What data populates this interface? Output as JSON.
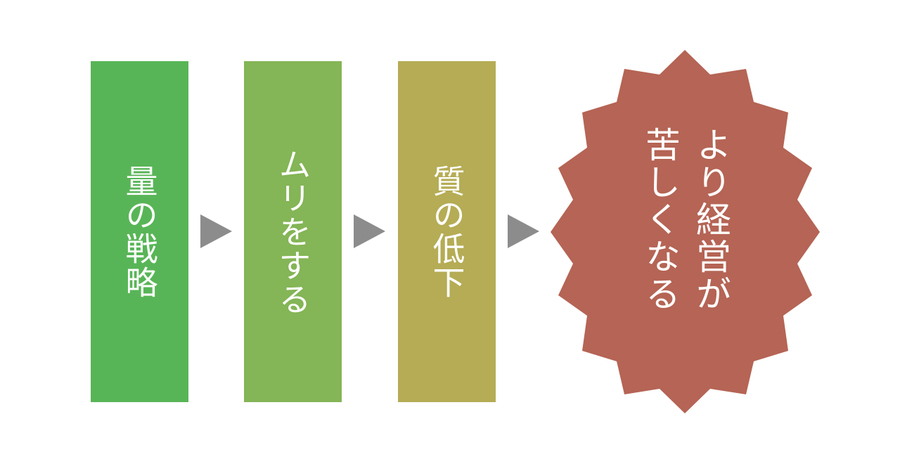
{
  "diagram": {
    "type": "flow",
    "steps": [
      {
        "label": "量の戦略",
        "color": "#58b557"
      },
      {
        "label": "ムリをする",
        "color": "#84b556"
      },
      {
        "label": "質の低下",
        "color": "#b5ac55"
      }
    ],
    "result": {
      "lines": [
        "より経営が",
        "苦しくなる"
      ],
      "color": "#b56455",
      "shape": "starburst-16"
    },
    "arrow_color": "#8c8c8c",
    "text_color": "#ffffff"
  }
}
